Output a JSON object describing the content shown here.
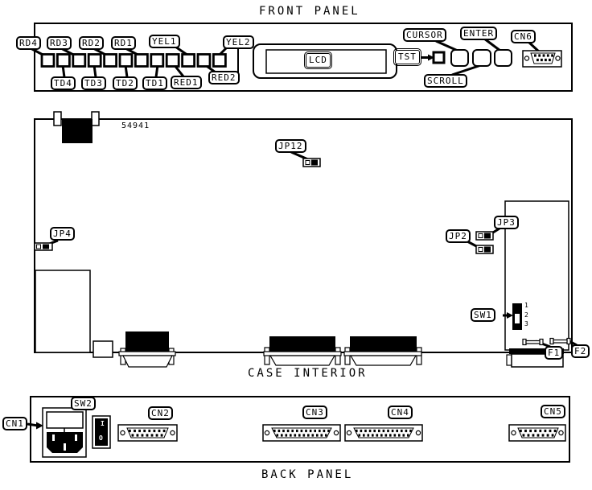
{
  "front_panel": {
    "title": "FRONT PANEL",
    "labels": {
      "rd4": "RD4",
      "rd3": "RD3",
      "rd2": "RD2",
      "rd1": "RD1",
      "yel1": "YEL1",
      "yel2": "YEL2",
      "td4": "TD4",
      "td3": "TD3",
      "td2": "TD2",
      "td1": "TD1",
      "red1": "RED1",
      "red2": "RED2",
      "lcd": "LCD",
      "tst": "TST",
      "cursor": "CURSOR",
      "scroll": "SCROLL",
      "enter": "ENTER",
      "cn6": "CN6"
    }
  },
  "case_interior": {
    "title": "CASE INTERIOR",
    "board_number": "54941",
    "labels": {
      "jp12": "JP12",
      "jp4": "JP4",
      "jp2": "JP2",
      "jp3": "JP3",
      "sw1": "SW1",
      "f1": "F1",
      "f2": "F2"
    },
    "sw1_positions": [
      "1",
      "2",
      "3"
    ]
  },
  "back_panel": {
    "title": "BACK PANEL",
    "labels": {
      "cn1": "CN1",
      "sw2": "SW2",
      "cn2": "CN2",
      "cn3": "CN3",
      "cn4": "CN4",
      "cn5": "CN5"
    },
    "power_switch_marks": {
      "on": "I",
      "off": "O"
    }
  }
}
